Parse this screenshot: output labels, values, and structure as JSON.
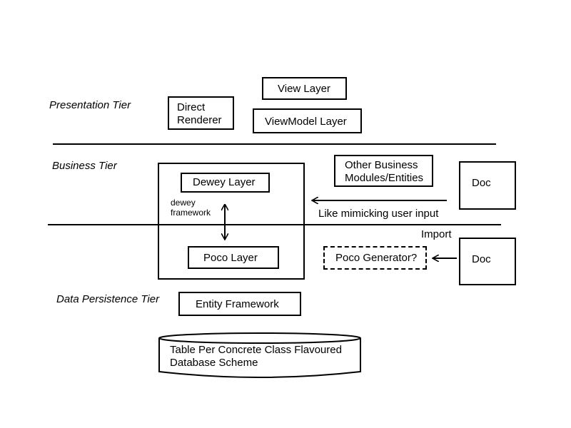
{
  "tiers": {
    "presentation": "Presentation Tier",
    "business": "Business Tier",
    "data_persistence": "Data Persistence Tier"
  },
  "boxes": {
    "view_layer": "View Layer",
    "direct_renderer": "Direct\nRenderer",
    "viewmodel_layer": "ViewModel Layer",
    "dewey_layer": "Dewey Layer",
    "poco_layer": "Poco Layer",
    "other_business": "Other Business\nModules/Entities",
    "doc_top": "Doc",
    "doc_bottom": "Doc",
    "poco_generator": "Poco Generator?",
    "entity_framework": "Entity Framework",
    "database": "Table Per Concrete Class Flavoured\nDatabase Scheme"
  },
  "annotations": {
    "dewey_framework": "dewey\nframework",
    "mimicking_input": "Like mimicking user input",
    "import": "Import"
  }
}
